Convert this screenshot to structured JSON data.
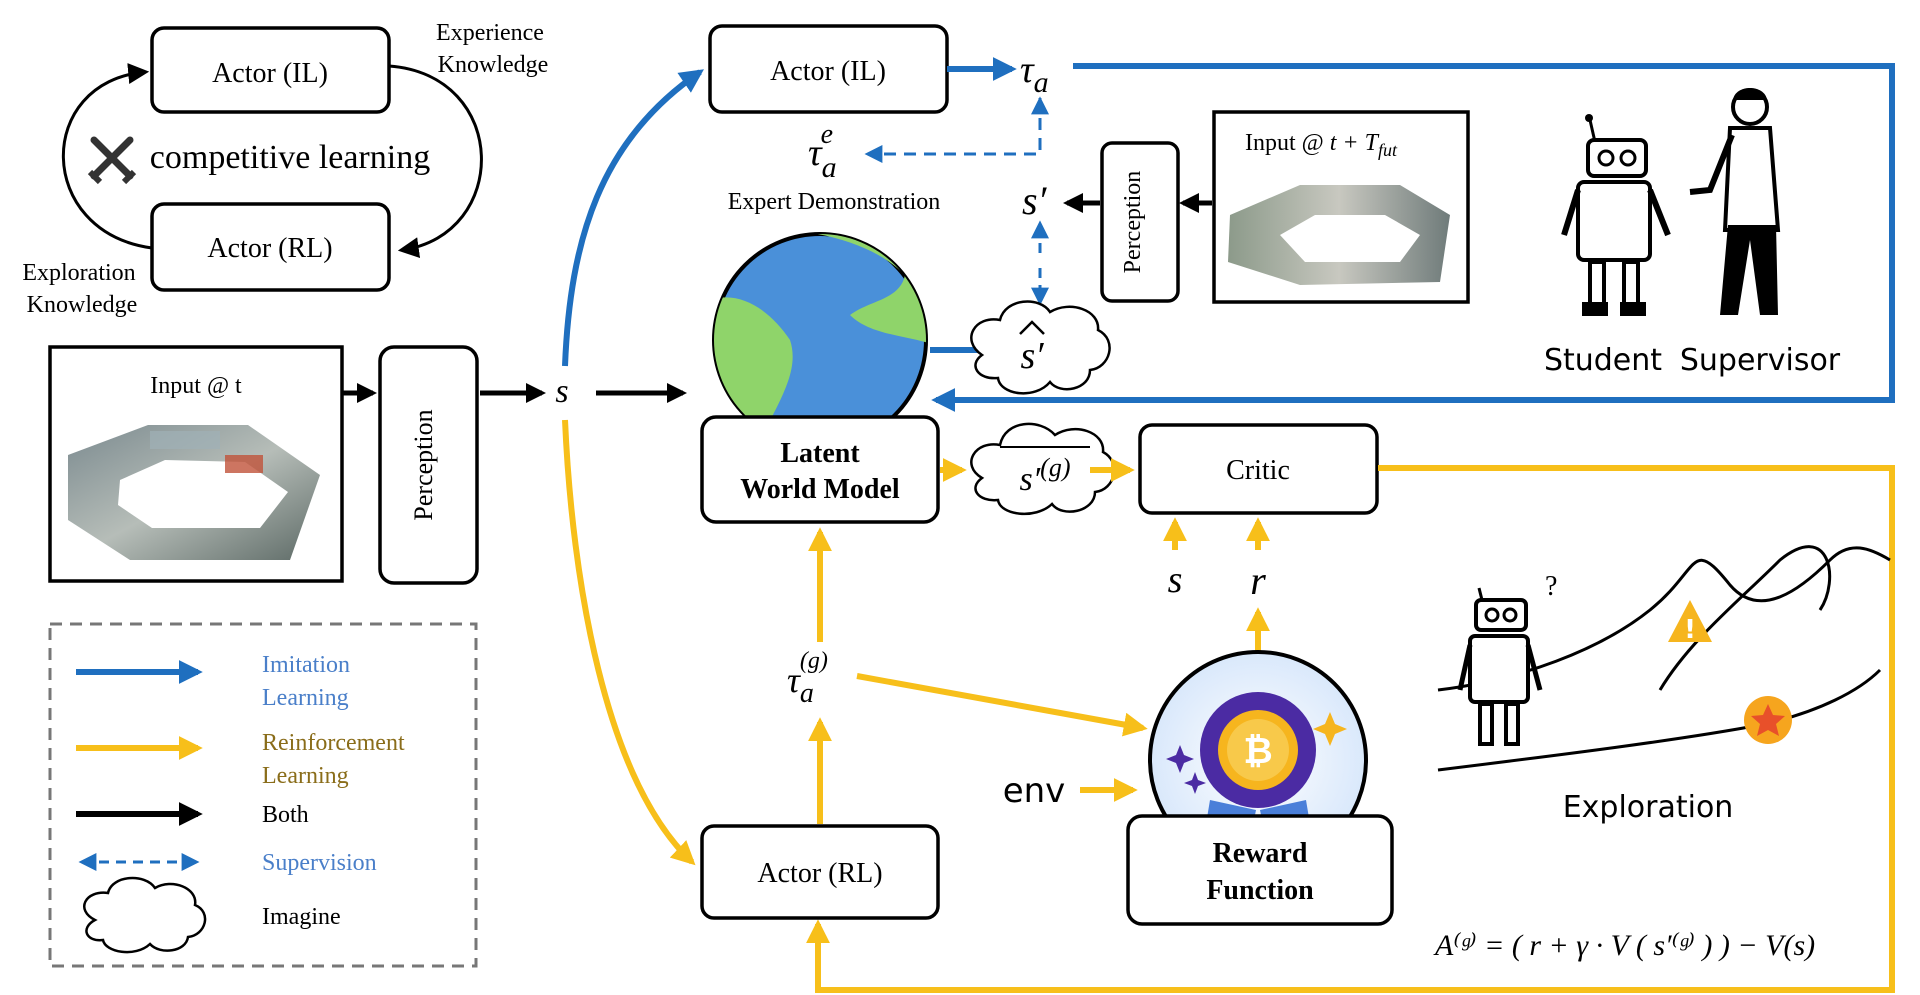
{
  "colors": {
    "imitation": "#1f6fbf",
    "reinforcement": "#f7bf1a",
    "both": "#000000",
    "supervision": "#1f6fbf",
    "earth_ocean": "#4a90d9",
    "earth_land": "#8fd46a",
    "reward_ring": "#4b2ba3",
    "reward_coin": "#f6b51e"
  },
  "competitive": {
    "actor_il": "Actor (IL)",
    "actor_rl": "Actor (RL)",
    "label": "competitive  learning",
    "experience": "Experience Knowledge",
    "exploration": "Exploration Knowledge"
  },
  "input_t": "Input @ t",
  "input_fut_prefix": "Input @ ",
  "perception": "Perception",
  "state_s": "s",
  "actor_il": "Actor (IL)",
  "actor_rl": "Actor (RL)",
  "tau": "τ",
  "sub_a": "a",
  "sup_e": "e",
  "g_sup": "(g)",
  "expert_demo": "Expert Demonstration",
  "s_prime": "s′",
  "s_hat": "s′",
  "world_model": {
    "line1": "Latent",
    "line2": "World  Model"
  },
  "critic": "Critic",
  "r": "r",
  "env": "env",
  "reward": {
    "line1": "Reward",
    "line2": "Function"
  },
  "student": "Student",
  "supervisor": "Supervisor",
  "exploration": "Exploration",
  "formula": "A⁽ᵍ⁾ = ( r + γ · V ( s′⁽ᵍ⁾ ) ) − V(s)",
  "legend": [
    {
      "label_line1": "Imitation",
      "label_line2": "Learning",
      "style": "imitation"
    },
    {
      "label_line1": "Reinforcement",
      "label_line2": "Learning",
      "style": "reinforcement"
    },
    {
      "label_line1": "Both",
      "label_line2": "",
      "style": "both"
    },
    {
      "label_line1": "Supervision",
      "label_line2": "",
      "style": "supervision"
    },
    {
      "label_line1": "Imagine",
      "label_line2": "",
      "style": "imagine"
    }
  ]
}
